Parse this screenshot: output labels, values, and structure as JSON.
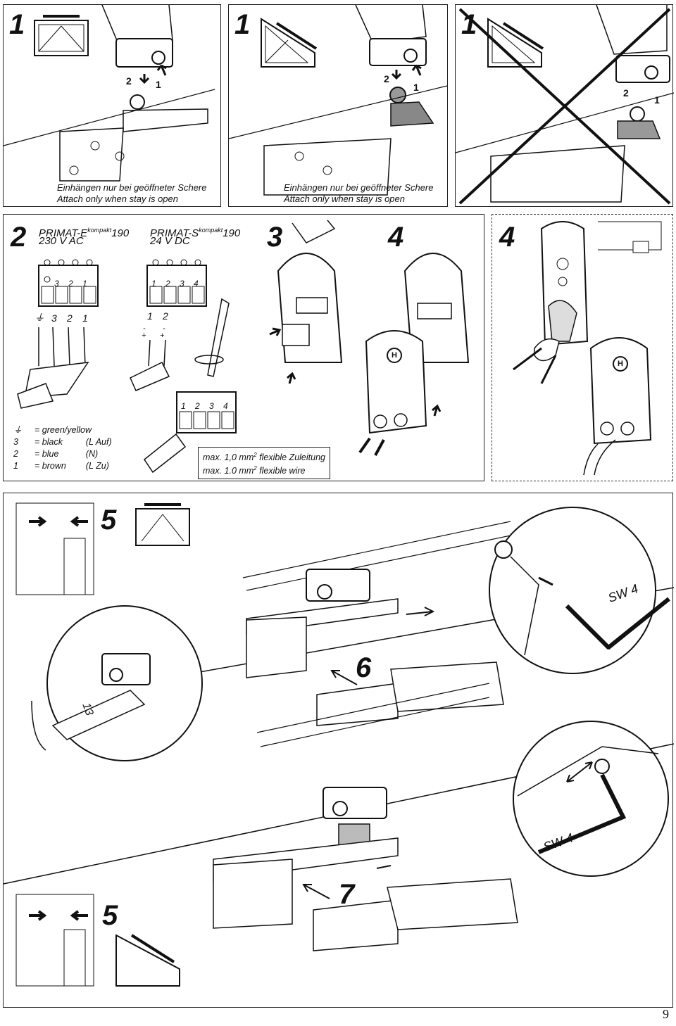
{
  "step1": {
    "number": "1",
    "captions": {
      "de": "Einhängen nur bei geöffneter Schere",
      "en": "Attach only when stay is open"
    },
    "arrows": {
      "down": "2",
      "up": "1"
    }
  },
  "step2": {
    "number": "2",
    "model_e": {
      "name": "PRIMAT-E",
      "sup": "kompakt",
      "size": "190",
      "voltage": "230 V AC"
    },
    "model_s": {
      "name": "PRIMAT-S",
      "sup": "kompakt",
      "size": "190",
      "voltage": "24 V DC"
    },
    "terminal_e_labels": [
      "3",
      "2",
      "1"
    ],
    "terminal_s_labels": [
      "1",
      "2",
      "3",
      "4"
    ],
    "wire_e_labels": [
      "3",
      "2",
      "1"
    ],
    "wire_s_labels": [
      "1",
      "2"
    ],
    "polarity": [
      "-",
      "+",
      "-",
      "+"
    ],
    "legend": [
      {
        "key": "⏚",
        "sep": "=",
        "color": "green/yellow",
        "note": ""
      },
      {
        "key": "3",
        "sep": "=",
        "color": "black",
        "note": "(L Auf)"
      },
      {
        "key": "2",
        "sep": "=",
        "color": "blue",
        "note": "(N)"
      },
      {
        "key": "1",
        "sep": "=",
        "color": "brown",
        "note": "(L Zu)"
      }
    ],
    "wire_note": {
      "de_prefix": "max. 1,0 mm",
      "de_suffix": " flexible Zuleitung",
      "en_prefix": "max. 1.0 mm",
      "en_suffix": " flexible wire",
      "sup": "2"
    }
  },
  "step3": {
    "number": "3"
  },
  "step4": {
    "number": "4",
    "cover_mark": "H"
  },
  "step4b": {
    "number": "4",
    "cover_mark": "H"
  },
  "step5": {
    "number": "5"
  },
  "step5b": {
    "number": "5"
  },
  "step6": {
    "number": "6",
    "wrench_size": "13",
    "key_label": "SW 4"
  },
  "step7": {
    "number": "7",
    "key_label": "SW 4"
  },
  "page": {
    "number": "9"
  }
}
